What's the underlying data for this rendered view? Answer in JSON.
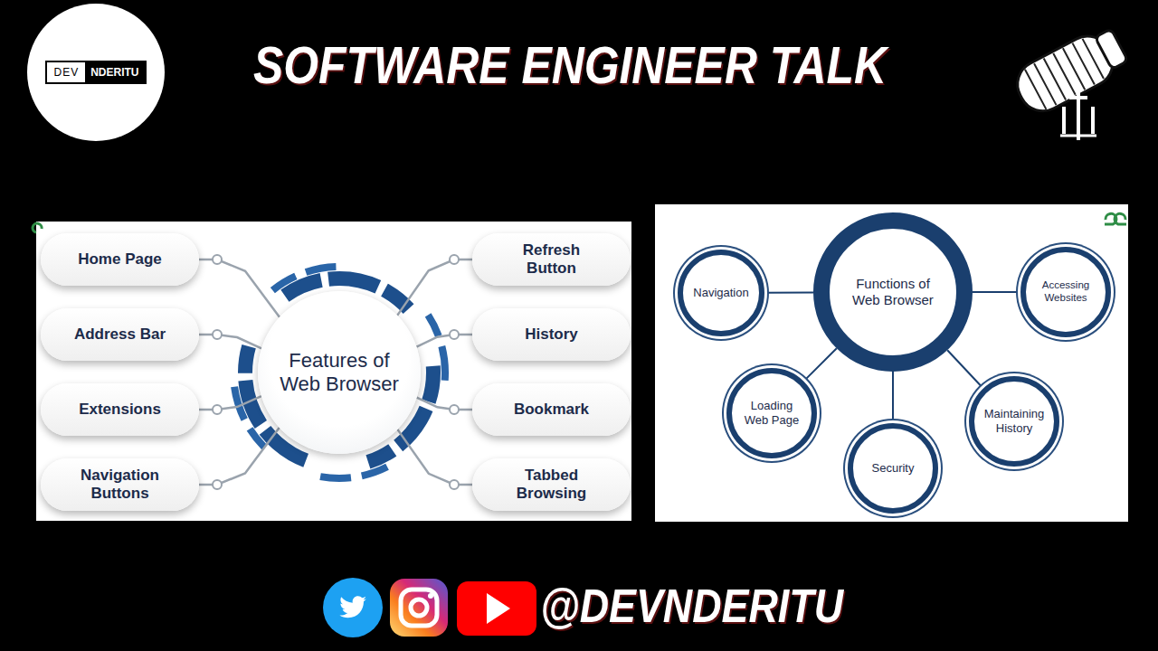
{
  "diagram": {
    "title": "SOFTWARE ENGINEER TALK",
    "nodes": [
      {
        "text": [
          "DEV",
          "NDERITU"
        ]
      },
      {
        "text": [
          "Features of Web Browser"
        ]
      },
      {
        "text": [
          "Home Page"
        ]
      },
      {
        "text": [
          "Address Bar"
        ]
      },
      {
        "text": [
          "Extensions"
        ]
      },
      {
        "text": [
          "Navigation Buttons"
        ]
      },
      {
        "text": [
          "Refresh Button"
        ]
      },
      {
        "text": [
          "History"
        ]
      },
      {
        "text": [
          "Bookmark"
        ]
      },
      {
        "text": [
          "Tabbed Browsing"
        ]
      },
      {
        "text": [
          "Functions of Web Browser"
        ]
      },
      {
        "text": [
          "Navigation"
        ]
      },
      {
        "text": [
          "Accessing Websites"
        ]
      },
      {
        "text": [
          "Loading Web Page"
        ]
      },
      {
        "text": [
          "Security"
        ]
      },
      {
        "text": [
          "Maintaining History"
        ]
      }
    ],
    "edges": [
      {
        "from": 1,
        "to": 2,
        "arrow": "none"
      },
      {
        "from": 1,
        "to": 3,
        "arrow": "none"
      },
      {
        "from": 1,
        "to": 4,
        "arrow": "none"
      },
      {
        "from": 1,
        "to": 5,
        "arrow": "none"
      },
      {
        "from": 1,
        "to": 6,
        "arrow": "none"
      },
      {
        "from": 1,
        "to": 7,
        "arrow": "none"
      },
      {
        "from": 1,
        "to": 8,
        "arrow": "none"
      },
      {
        "from": 1,
        "to": 9,
        "arrow": "none"
      },
      {
        "from": 10,
        "to": 11,
        "arrow": "none"
      },
      {
        "from": 10,
        "to": 12,
        "arrow": "none"
      },
      {
        "from": 10,
        "to": 13,
        "arrow": "none"
      },
      {
        "from": 10,
        "to": 14,
        "arrow": "none"
      },
      {
        "from": 10,
        "to": 15,
        "arrow": "none"
      }
    ],
    "labels": [
      "@DEVNDERITU"
    ]
  }
}
